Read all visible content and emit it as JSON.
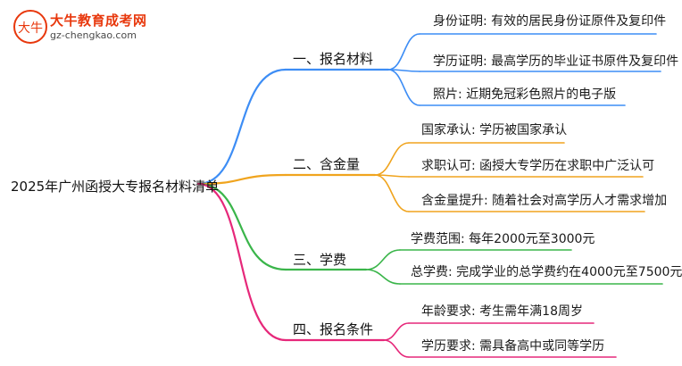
{
  "watermark": {
    "name": "大牛教育成考网",
    "url": "gz-chengkao.com",
    "mark_text": "大牛"
  },
  "colors": {
    "blue": "#3d8df5",
    "orange": "#f0a41e",
    "green": "#3ab54a",
    "magenta": "#e6287a",
    "root_line": "#6a5acd",
    "brand_red": "#e8380d"
  },
  "root": {
    "label": "2025年广州函授大专报名材料清单"
  },
  "branches": [
    {
      "label": "一、报名材料",
      "color": "blue",
      "leaves": [
        "身份证明: 有效的居民身份证原件及复印件",
        "学历证明: 最高学历的毕业证书原件及复印件",
        "照片: 近期免冠彩色照片的电子版"
      ]
    },
    {
      "label": "二、含金量",
      "color": "orange",
      "leaves": [
        "国家承认: 学历被国家承认",
        "求职认可: 函授大专学历在求职中广泛认可",
        "含金量提升: 随着社会对高学历人才需求增加"
      ]
    },
    {
      "label": "三、学费",
      "color": "green",
      "leaves": [
        "学费范围: 每年2000元至3000元",
        "总学费: 完成学业的总学费约在4000元至7500元"
      ]
    },
    {
      "label": "四、报名条件",
      "color": "magenta",
      "leaves": [
        "年龄要求: 考生需年满18周岁",
        "学历要求: 需具备高中或同等学历"
      ]
    }
  ]
}
